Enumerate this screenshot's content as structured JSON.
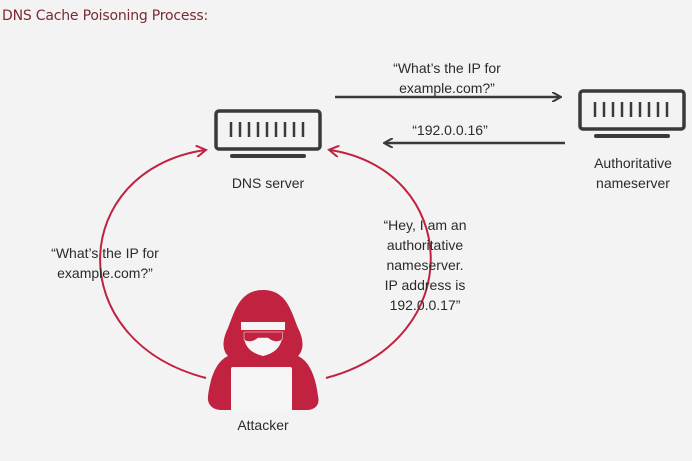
{
  "title": "DNS Cache Poisoning Process:",
  "nodes": {
    "dns_server": "DNS server",
    "authoritative": [
      "Authoritative",
      "nameserver"
    ],
    "attacker": "Attacker"
  },
  "messages": {
    "query_to_auth": [
      "“What’s the IP for",
      "example.com?”"
    ],
    "auth_response": "“192.0.0.16”",
    "client_query": [
      "“What’s the IP for",
      "example.com?”"
    ],
    "spoofed_response": [
      "“Hey, I am an",
      "authoritative",
      "nameserver.",
      "IP address is",
      "192.0.0.17”"
    ]
  },
  "colors": {
    "accent": "#c0223f",
    "dark": "#3a3a3a",
    "title": "#7a2a33"
  }
}
